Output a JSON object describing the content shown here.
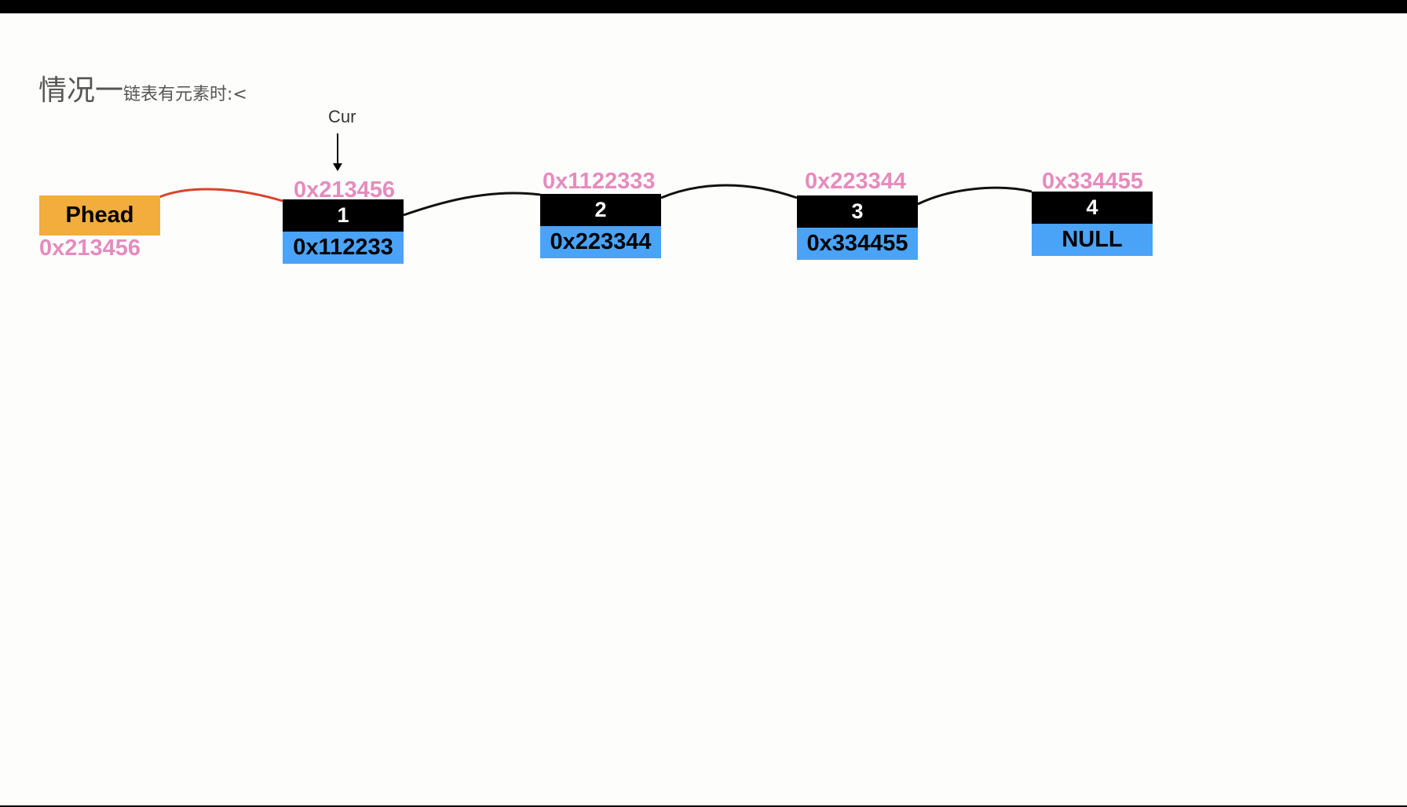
{
  "title": {
    "main": "情况一",
    "sub": "链表有元素时:<"
  },
  "cursor": {
    "label": "Cur"
  },
  "head": {
    "label": "Phead",
    "address": "0x213456"
  },
  "nodes": [
    {
      "address": "0x213456",
      "value": "1",
      "next": "0x112233"
    },
    {
      "address": "0x1122333",
      "value": "2",
      "next": "0x223344"
    },
    {
      "address": "0x223344",
      "value": "3",
      "next": "0x334455"
    },
    {
      "address": "0x334455",
      "value": "4",
      "next": "NULL"
    }
  ],
  "colors": {
    "address": "#e68bbd",
    "head_fill": "#f2ad3d",
    "value_fill": "#000000",
    "next_fill": "#4aa3f7",
    "head_link": "#d9432c",
    "node_link": "#111111"
  }
}
